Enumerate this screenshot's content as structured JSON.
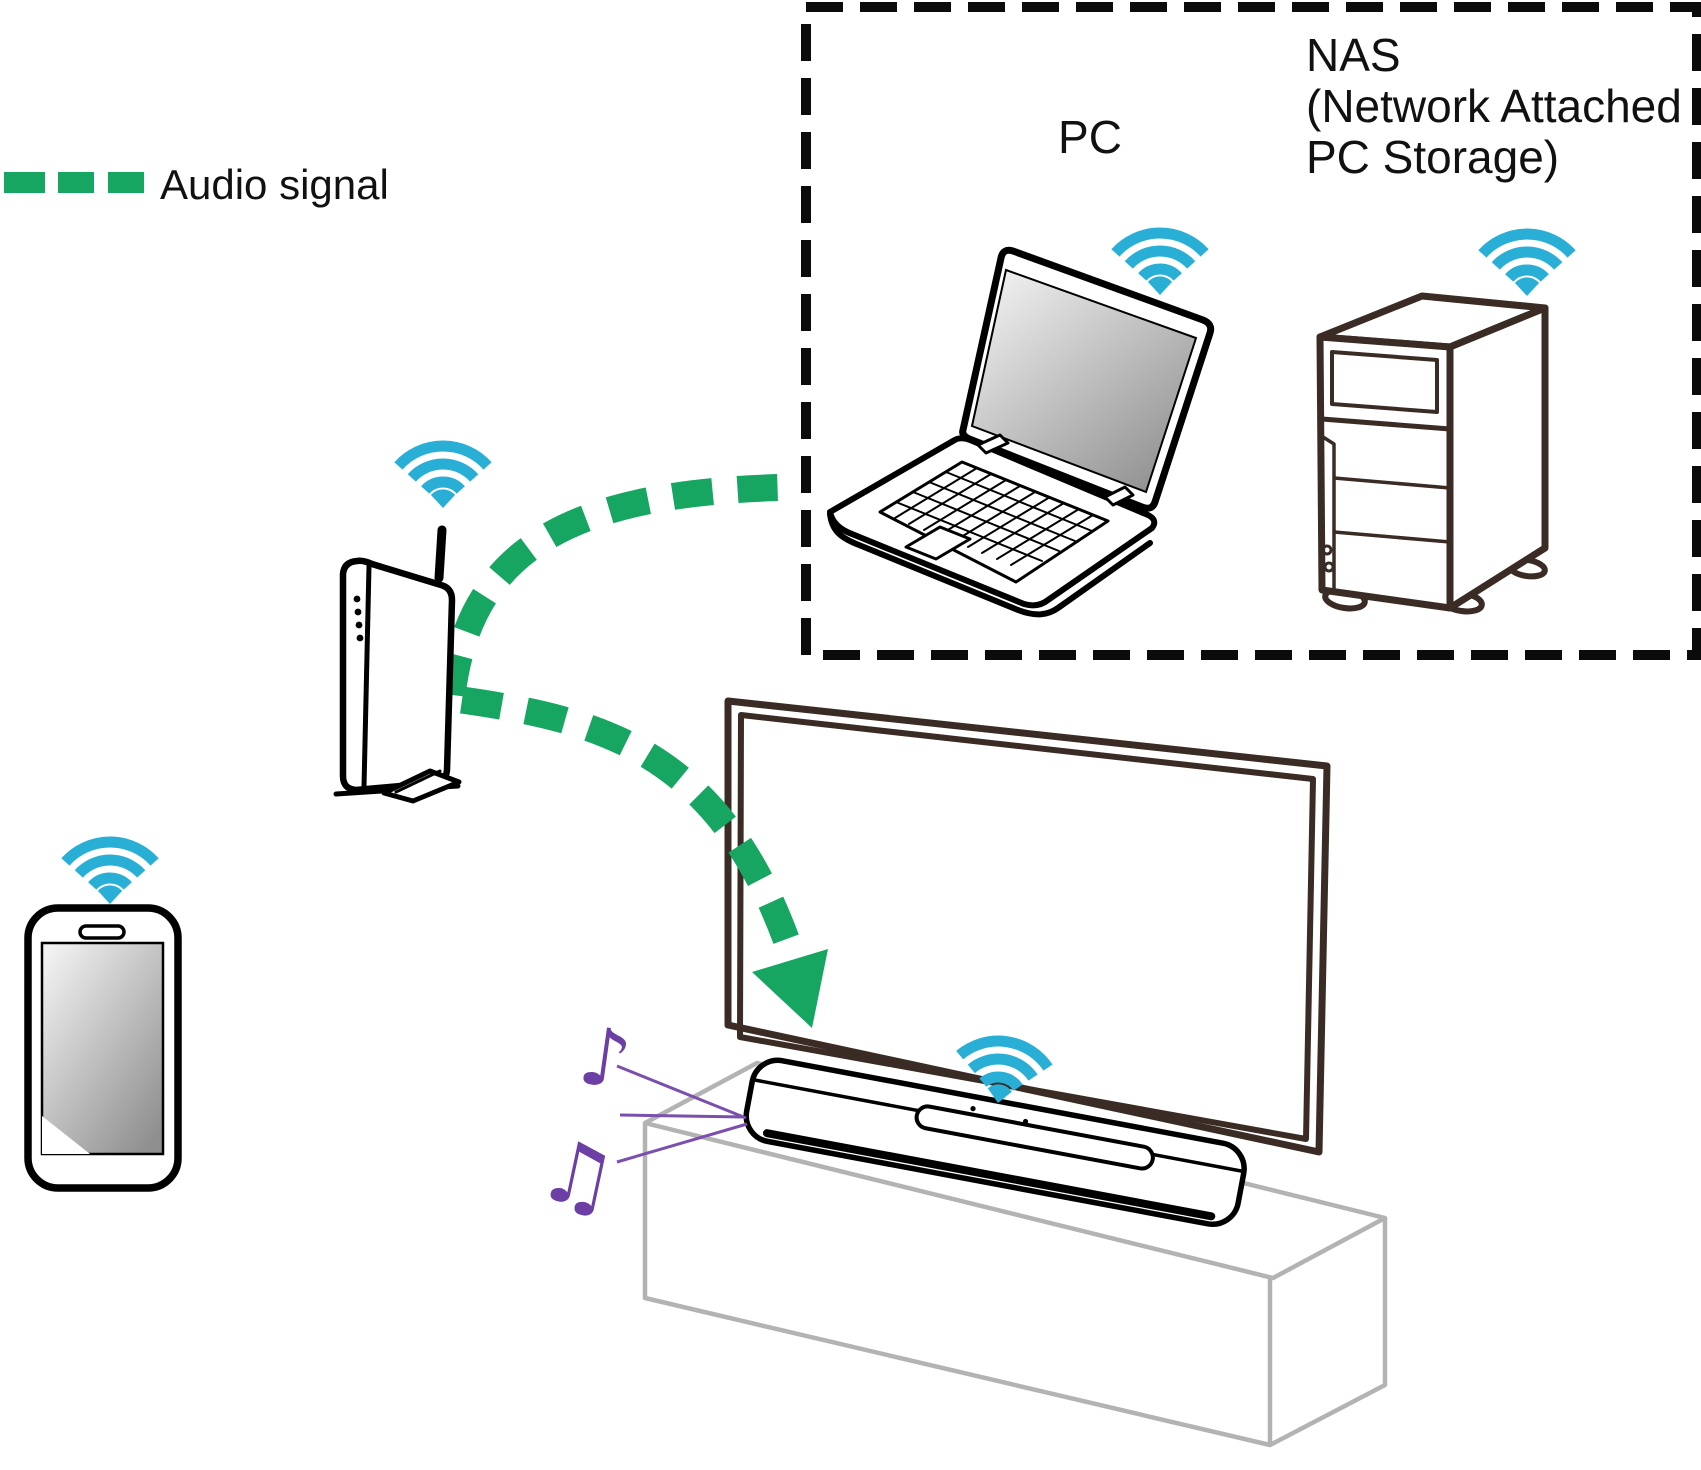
{
  "legend": {
    "label": "Audio signal"
  },
  "network_box": {
    "pc_label": "PC",
    "nas_label": "NAS\n(Network Attached\nPC Storage)"
  },
  "devices": [
    {
      "name": "wireless-router",
      "wifi": true
    },
    {
      "name": "smartphone",
      "wifi": true
    },
    {
      "name": "pc-laptop",
      "wifi": true,
      "label": "PC"
    },
    {
      "name": "nas-server",
      "wifi": true,
      "label": "NAS\n(Network Attached\nPC Storage)"
    },
    {
      "name": "tv",
      "wifi": false
    },
    {
      "name": "soundbar",
      "wifi": true
    },
    {
      "name": "tv-stand",
      "wifi": false
    }
  ],
  "glyphs": {
    "single_note": "♪",
    "beamed_note": "♫"
  },
  "colors": {
    "audio_signal_green": "#17A562",
    "wifi_cyan": "#29AFD6",
    "music_purple": "#6B3FA3",
    "device_outline": "#3A2B24",
    "stand_gray": "#B3B3B3",
    "line_black": "#0B0B0B"
  }
}
